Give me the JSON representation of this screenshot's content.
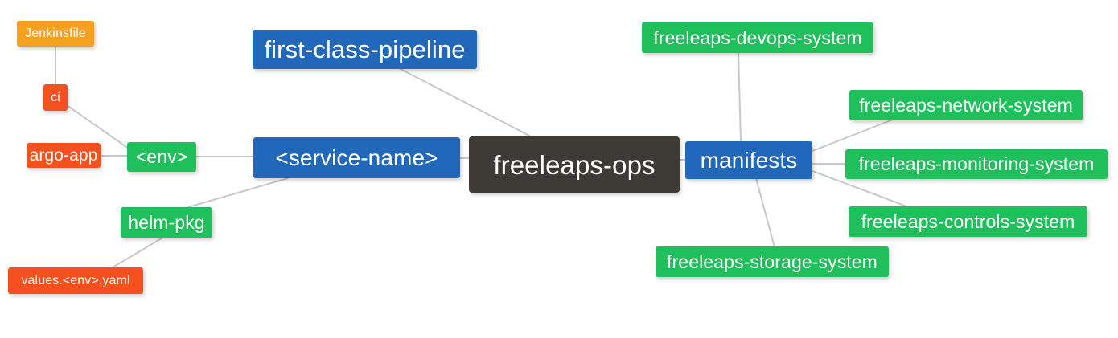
{
  "diagram": {
    "type": "mindmap",
    "root": "freeleaps-ops",
    "background_color": "#ffffff",
    "edge_color": "#c8c8c8",
    "palette": {
      "root": "#3e3a36",
      "blue": "#2167ba",
      "green": "#1fbf5c",
      "orange": "#f6a01f",
      "red": "#f4511e"
    }
  },
  "nodes": {
    "root": {
      "label": "freeleaps-ops",
      "color": "#3e3a36"
    },
    "first_class_pipeline": {
      "label": "first-class-pipeline",
      "color": "#2167ba"
    },
    "service_name": {
      "label": "<service-name>",
      "color": "#2167ba"
    },
    "manifests": {
      "label": "manifests",
      "color": "#2167ba"
    },
    "env": {
      "label": "<env>",
      "color": "#1fbf5c"
    },
    "helm_pkg": {
      "label": "helm-pkg",
      "color": "#1fbf5c"
    },
    "jenkinsfile": {
      "label": "Jenkinsfile",
      "color": "#f6a01f"
    },
    "ci": {
      "label": "ci",
      "color": "#f4511e"
    },
    "argo_app": {
      "label": "argo-app",
      "color": "#f4511e"
    },
    "values_yaml": {
      "label": "values.<env>.yaml",
      "color": "#f4511e"
    },
    "devops_system": {
      "label": "freeleaps-devops-system",
      "color": "#1fbf5c"
    },
    "network_system": {
      "label": "freeleaps-network-system",
      "color": "#1fbf5c"
    },
    "monitoring_system": {
      "label": "freeleaps-monitoring-system",
      "color": "#1fbf5c"
    },
    "controls_system": {
      "label": "freeleaps-controls-system",
      "color": "#1fbf5c"
    },
    "storage_system": {
      "label": "freeleaps-storage-system",
      "color": "#1fbf5c"
    }
  },
  "edges": [
    {
      "from": "root",
      "to": "first_class_pipeline"
    },
    {
      "from": "root",
      "to": "service_name"
    },
    {
      "from": "root",
      "to": "manifests"
    },
    {
      "from": "service_name",
      "to": "env"
    },
    {
      "from": "service_name",
      "to": "helm_pkg"
    },
    {
      "from": "env",
      "to": "ci"
    },
    {
      "from": "env",
      "to": "argo_app"
    },
    {
      "from": "ci",
      "to": "jenkinsfile"
    },
    {
      "from": "helm_pkg",
      "to": "values_yaml"
    },
    {
      "from": "manifests",
      "to": "devops_system"
    },
    {
      "from": "manifests",
      "to": "network_system"
    },
    {
      "from": "manifests",
      "to": "monitoring_system"
    },
    {
      "from": "manifests",
      "to": "controls_system"
    },
    {
      "from": "manifests",
      "to": "storage_system"
    }
  ]
}
